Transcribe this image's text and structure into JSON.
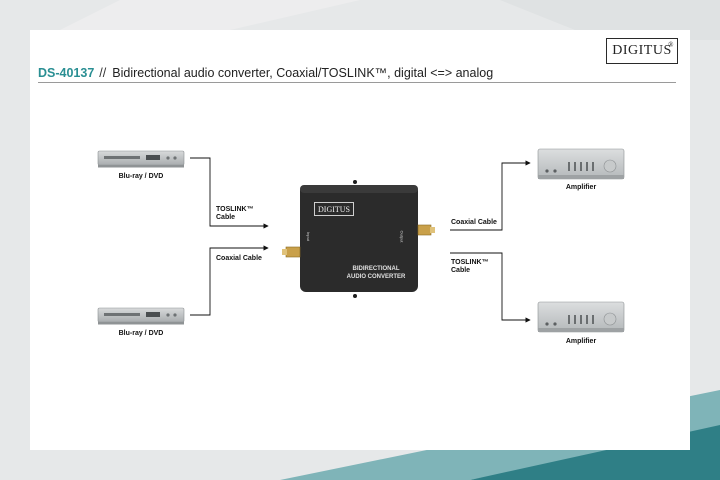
{
  "brand": {
    "name": "DIGITUS",
    "reg": "®"
  },
  "header": {
    "code": "DS-40137",
    "separator": "//",
    "title": "Bidirectional audio converter, Coaxial/TOSLINK™, digital <=> analog"
  },
  "converter": {
    "logo": "DIGITUS",
    "line1": "BIDIRECTIONAL",
    "line2": "AUDIO CONVERTER",
    "port_left": "Input",
    "port_right": "Output"
  },
  "sources": [
    {
      "label": "Blu-ray / DVD"
    },
    {
      "label": "Blu-ray / DVD"
    }
  ],
  "amplifiers": [
    {
      "label": "Amplifier"
    },
    {
      "label": "Amplifier"
    }
  ],
  "cables": {
    "toslink_in_line1": "TOSLINK™",
    "toslink_in_line2": "Cable",
    "coaxial_in": "Coaxial Cable",
    "coaxial_out": "Coaxial Cable",
    "toslink_out_line1": "TOSLINK™",
    "toslink_out_line2": "Cable"
  },
  "colors": {
    "accent": "#2a8f93",
    "teal_dark": "#2f7f86",
    "teal_light": "#7fb4b8",
    "converter_body": "#2b2b2b"
  }
}
